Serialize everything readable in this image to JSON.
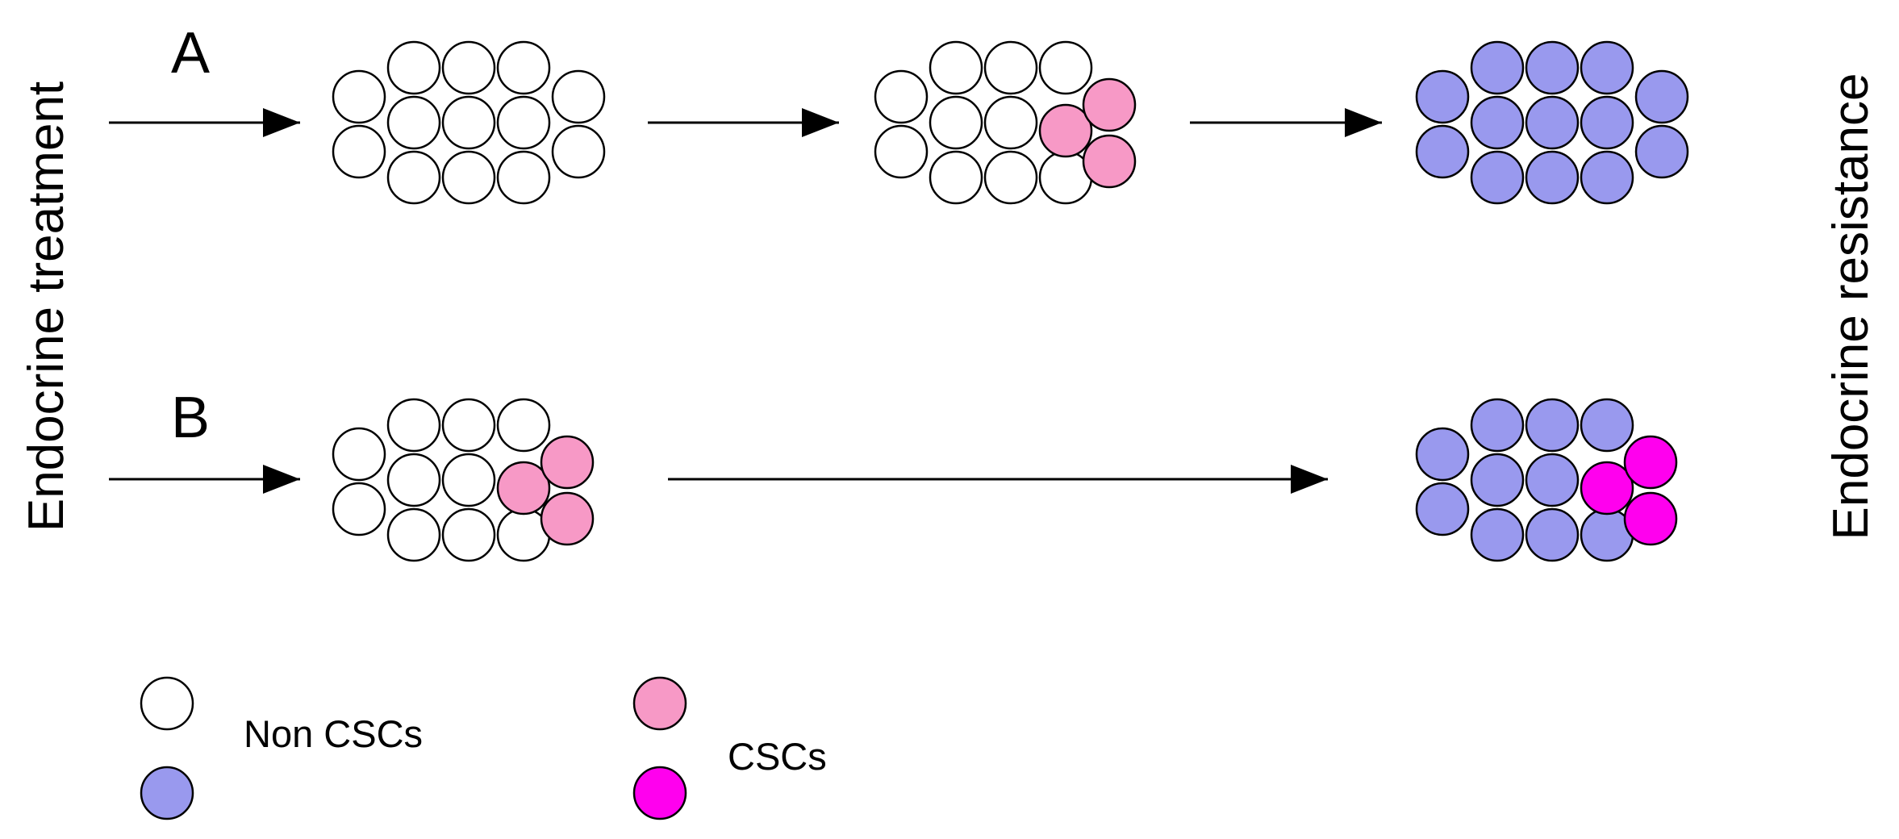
{
  "labels": {
    "left_vertical": "Endocrine treatment",
    "right_vertical": "Endocrine resistance",
    "row_a": "A",
    "row_b": "B"
  },
  "legend": {
    "non_cscs_label": "Non CSCs",
    "cscs_label": "CSCs"
  },
  "colors": {
    "sensitive_non_csc": "#ffffff",
    "resistant_non_csc": "#9999ee",
    "sensitive_csc": "#f799c6",
    "resistant_csc": "#ff00ee",
    "outline": "#000000"
  },
  "cell_clusters": [
    {
      "row": "A",
      "stage": 1,
      "non_csc_color": "sensitive_non_csc",
      "csc_color": null
    },
    {
      "row": "A",
      "stage": 2,
      "non_csc_color": "sensitive_non_csc",
      "csc_color": "sensitive_csc"
    },
    {
      "row": "A",
      "stage": 3,
      "non_csc_color": "resistant_non_csc",
      "csc_color": null
    },
    {
      "row": "B",
      "stage": 1,
      "non_csc_color": "sensitive_non_csc",
      "csc_color": "sensitive_csc"
    },
    {
      "row": "B",
      "stage": 3,
      "non_csc_color": "resistant_non_csc",
      "csc_color": "resistant_csc"
    }
  ]
}
